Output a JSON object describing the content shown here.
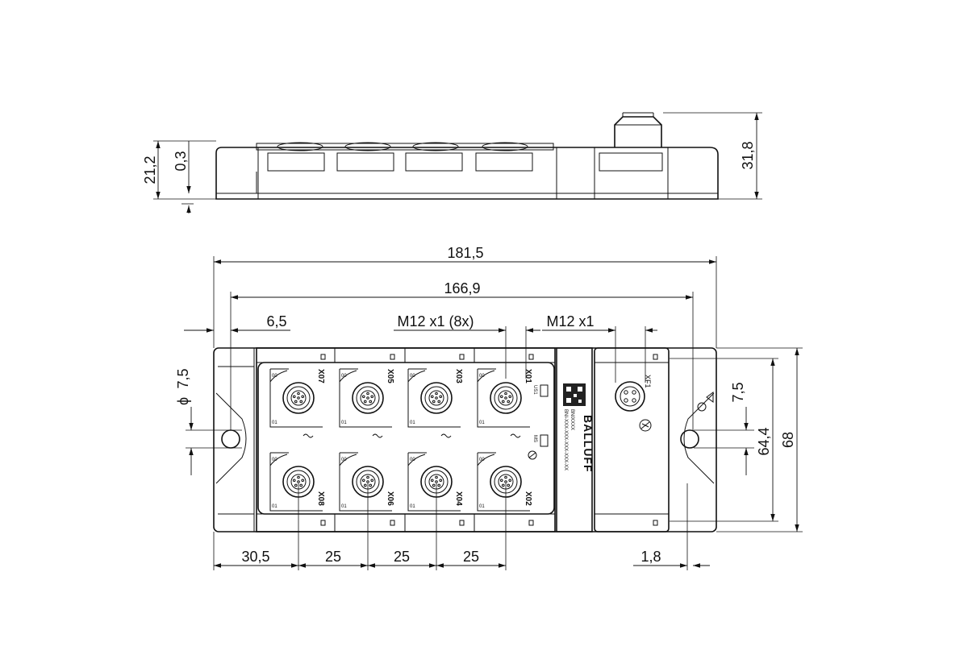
{
  "dimensions": {
    "overall_length": "181,5",
    "hole_spacing": "166,9",
    "hole_offset": "6,5",
    "port_thread_8x": "M12 x1 (8x)",
    "port_thread_single": "M12 x1",
    "hole_diameter": "7,5",
    "hole_vertical_offset": "7,5",
    "hole_distance_vertical": "64,4",
    "width": "68",
    "first_port_pitch": "30,5",
    "port_pitch_1": "25",
    "port_pitch_2": "25",
    "port_pitch_3": "25",
    "edge_offset": "1,8",
    "side_height_1": "21,2",
    "side_height_2": "0,3",
    "total_height": "31,8",
    "diameter_symbol": "ϕ"
  },
  "ports": {
    "top_row": [
      "X07",
      "X05",
      "X03",
      "X01"
    ],
    "bottom_row": [
      "X08",
      "X06",
      "X04",
      "X02"
    ],
    "xf": "XF1",
    "pin_labels": {
      "a": "00",
      "b": "01"
    }
  },
  "leds": {
    "us": "US1",
    "ms": "MS"
  },
  "branding": {
    "logo": "BALLUFF",
    "model_line_1": "BNIXXXX",
    "model_line_2": "BNI-XXX-XXX-XXX-XXX-XX"
  }
}
